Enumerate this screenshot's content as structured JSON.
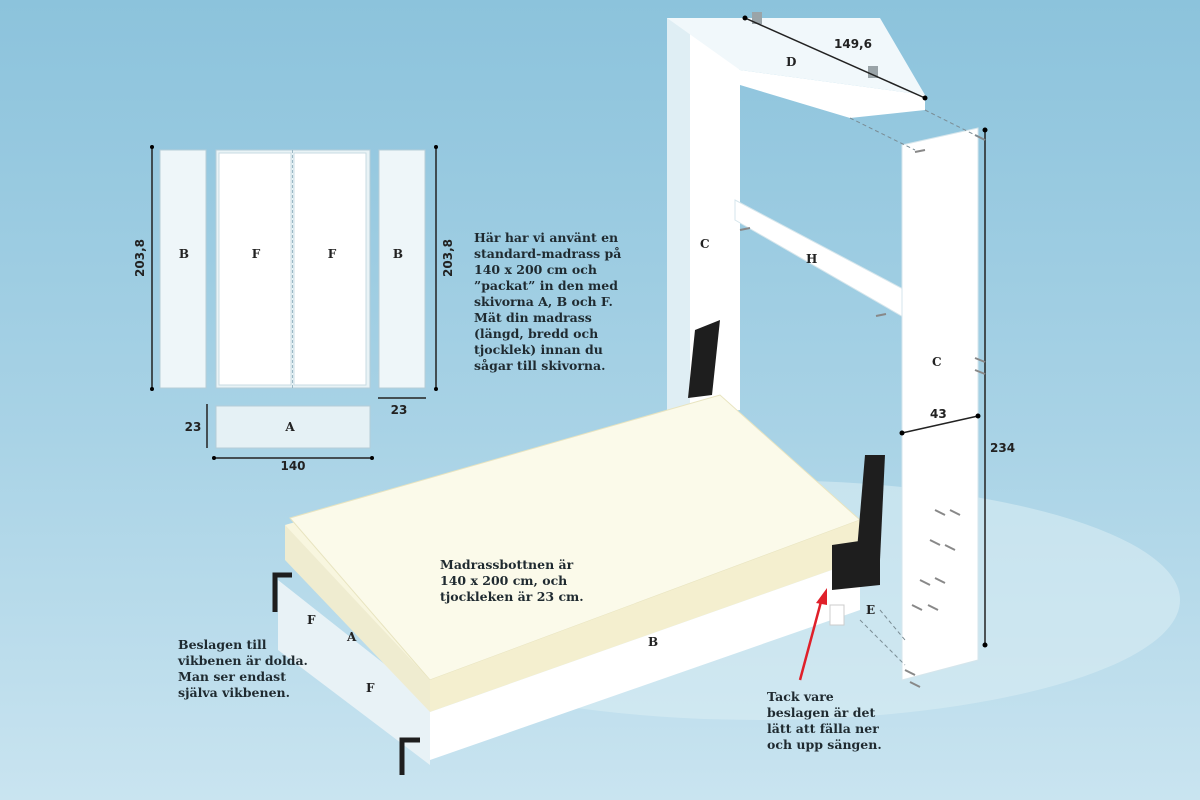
{
  "panels": {
    "a": "A",
    "b": "B",
    "c": "C",
    "d": "D",
    "e": "E",
    "f": "F",
    "h": "H"
  },
  "dimensions": {
    "left_height": "203,8",
    "right_height": "203,8",
    "b_width": "23",
    "a_height": "23",
    "a_width": "140",
    "d_length": "149,6",
    "c_width": "43",
    "c_height": "234"
  },
  "notes": {
    "mattress_note": "Här har vi använt en\nstandard-madrass på\n140 x 200 cm och\n”packat” in den med\nskivorna A, B och F.\nMät din madrass\n(längd, bredd och\ntjocklek) innan du\nsågar till skivorna.",
    "base_note": "Madrassbottnen är\n140 x 200 cm, och\ntjockleken är 23 cm.",
    "legs_note": "Beslagen till\nvikbenen är dolda.\nMan ser endast\nsjälva vikbenen.",
    "hardware_note": "Tack vare\nbeslagen är det\nlätt att fälla ner\noch upp sängen."
  },
  "colors": {
    "panel": "#f4f9fb",
    "mattress": "#f8f6df",
    "bracket": "#1e1e1e",
    "arrow": "#e0202a"
  }
}
